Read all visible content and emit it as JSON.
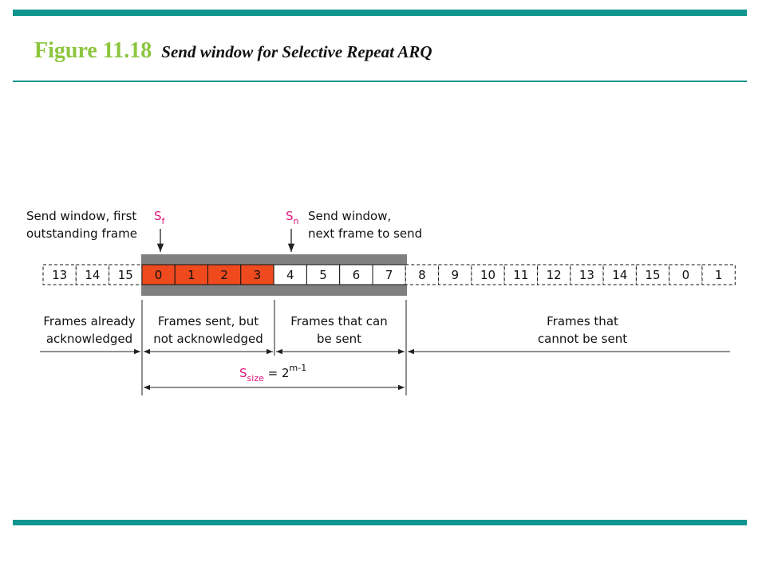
{
  "figure": {
    "number": "Figure 11.18",
    "caption": "Send window for Selective Repeat ARQ"
  },
  "colors": {
    "accent_bar": "#10958f",
    "figure_number": "#8cc63f",
    "sent_unacked_fill": "#ee4a1e",
    "window_band": "#808080",
    "pointer_label": "#e0157a"
  },
  "diagram": {
    "pointers": {
      "sf": {
        "main": "S",
        "sub": "f",
        "caption_line1": "Send window, first",
        "caption_line2": "outstanding frame"
      },
      "sn": {
        "main": "S",
        "sub": "n",
        "caption_line1": "Send window,",
        "caption_line2": "next frame to send"
      }
    },
    "frames": [
      {
        "label": "13",
        "state": "acknowledged"
      },
      {
        "label": "14",
        "state": "acknowledged"
      },
      {
        "label": "15",
        "state": "acknowledged"
      },
      {
        "label": "0",
        "state": "sent-unacked"
      },
      {
        "label": "1",
        "state": "sent-unacked"
      },
      {
        "label": "2",
        "state": "sent-unacked"
      },
      {
        "label": "3",
        "state": "sent-unacked"
      },
      {
        "label": "4",
        "state": "can-send"
      },
      {
        "label": "5",
        "state": "can-send"
      },
      {
        "label": "6",
        "state": "can-send"
      },
      {
        "label": "7",
        "state": "can-send"
      },
      {
        "label": "8",
        "state": "cannot-send"
      },
      {
        "label": "9",
        "state": "cannot-send"
      },
      {
        "label": "10",
        "state": "cannot-send"
      },
      {
        "label": "11",
        "state": "cannot-send"
      },
      {
        "label": "12",
        "state": "cannot-send"
      },
      {
        "label": "13",
        "state": "cannot-send"
      },
      {
        "label": "14",
        "state": "cannot-send"
      },
      {
        "label": "15",
        "state": "cannot-send"
      },
      {
        "label": "0",
        "state": "cannot-send"
      },
      {
        "label": "1",
        "state": "cannot-send"
      }
    ],
    "regions": {
      "acknowledged": {
        "line1": "Frames already",
        "line2": "acknowledged"
      },
      "sent_unacked": {
        "line1": "Frames sent, but",
        "line2": "not acknowledged"
      },
      "can_send": {
        "line1": "Frames that can",
        "line2": "be sent"
      },
      "cannot_send": {
        "line1": "Frames that",
        "line2": "cannot be sent"
      }
    },
    "window_size": {
      "main": "S",
      "sub": "size",
      "equals": " = 2",
      "exponent": "m-1"
    }
  }
}
